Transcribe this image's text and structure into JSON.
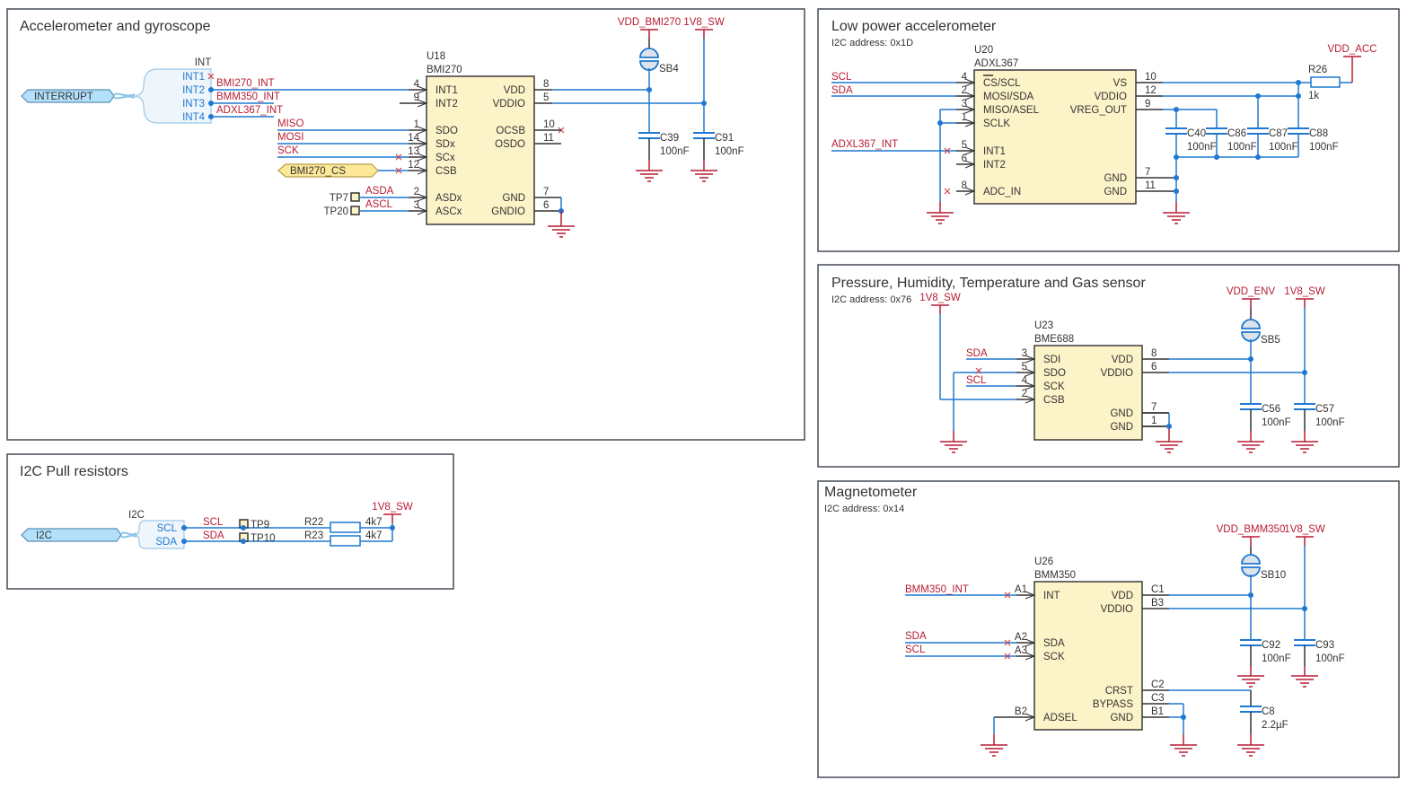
{
  "colors": {
    "wire": "#1f78d1",
    "net_label": "#b71c33",
    "power": "#b71c33",
    "chip_fill": "#fdf3c8",
    "pin": "#333333",
    "bus_fill": "#b3e0fb",
    "port_fill": "#fde89a"
  },
  "accel_gyro": {
    "title": "Accelerometer and gyroscope",
    "bus": {
      "name": "INTERRUPT",
      "sheet_label": "INT",
      "pins": [
        "INT1",
        "INT2",
        "INT3",
        "INT4"
      ]
    },
    "nets": {
      "int2": "BMI270_INT",
      "int3": "BMM350_INT",
      "int4": "ADXL367_INT",
      "miso": "MISO",
      "mosi": "MOSI",
      "sck": "SCK",
      "asda": "ASDA",
      "ascl": "ASCL"
    },
    "cs_port": "BMI270_CS",
    "testpoints": [
      "TP7",
      "TP20"
    ],
    "chip": {
      "ref": "U18",
      "part": "BMI270",
      "left": [
        {
          "name": "INT1",
          "num": "4"
        },
        {
          "name": "INT2",
          "num": "9"
        },
        {
          "name": "SDO",
          "num": "1"
        },
        {
          "name": "SDx",
          "num": "14"
        },
        {
          "name": "SCx",
          "num": "13"
        },
        {
          "name": "CSB",
          "num": "12"
        },
        {
          "name": "ASDx",
          "num": "2"
        },
        {
          "name": "ASCx",
          "num": "3"
        }
      ],
      "right": [
        {
          "name": "VDD",
          "num": "8"
        },
        {
          "name": "VDDIO",
          "num": "5"
        },
        {
          "name": "OCSB",
          "num": "10"
        },
        {
          "name": "OSDO",
          "num": "11"
        },
        {
          "name": "GND",
          "num": "7"
        },
        {
          "name": "GNDIO",
          "num": "6"
        }
      ]
    },
    "power": [
      "VDD_BMI270",
      "1V8_SW"
    ],
    "jumper": "SB4",
    "caps": [
      {
        "ref": "C39",
        "value": "100nF"
      },
      {
        "ref": "C91",
        "value": "100nF"
      }
    ]
  },
  "low_power_accel": {
    "title": "Low power accelerometer",
    "subtitle": "I2C address: 0x1D",
    "nets": {
      "scl": "SCL",
      "sda": "SDA",
      "int": "ADXL367_INT"
    },
    "chip": {
      "ref": "U20",
      "part": "ADXL367",
      "left": [
        {
          "name": "CS/SCL",
          "num": "4"
        },
        {
          "name": "MOSI/SDA",
          "num": "2"
        },
        {
          "name": "MISO/ASEL",
          "num": "3"
        },
        {
          "name": "SCLK",
          "num": "1"
        },
        {
          "name": "INT1",
          "num": "5"
        },
        {
          "name": "INT2",
          "num": "6"
        },
        {
          "name": "ADC_IN",
          "num": "8"
        }
      ],
      "right": [
        {
          "name": "VS",
          "num": "10"
        },
        {
          "name": "VDDIO",
          "num": "12"
        },
        {
          "name": "VREG_OUT",
          "num": "9"
        },
        {
          "name": "GND",
          "num": "7"
        },
        {
          "name": "GND",
          "num": "11"
        }
      ]
    },
    "power": "VDD_ACC",
    "resistor": {
      "ref": "R26",
      "value": "1k"
    },
    "caps": [
      {
        "ref": "C40",
        "value": "100nF"
      },
      {
        "ref": "C86",
        "value": "100nF"
      },
      {
        "ref": "C87",
        "value": "100nF"
      },
      {
        "ref": "C88",
        "value": "100nF"
      }
    ]
  },
  "env_sensor": {
    "title": "Pressure, Humidity, Temperature and Gas sensor",
    "subtitle": "I2C address: 0x76",
    "nets": {
      "sda": "SDA",
      "scl": "SCL"
    },
    "chip": {
      "ref": "U23",
      "part": "BME688",
      "left": [
        {
          "name": "SDI",
          "num": "3"
        },
        {
          "name": "SDO",
          "num": "5"
        },
        {
          "name": "SCK",
          "num": "4"
        },
        {
          "name": "CSB",
          "num": "2"
        }
      ],
      "right": [
        {
          "name": "VDD",
          "num": "8"
        },
        {
          "name": "VDDIO",
          "num": "6"
        },
        {
          "name": "GND",
          "num": "7"
        },
        {
          "name": "GND",
          "num": "1"
        }
      ]
    },
    "power": [
      "1V8_SW",
      "VDD_ENV",
      "1V8_SW"
    ],
    "jumper": "SB5",
    "caps": [
      {
        "ref": "C56",
        "value": "100nF"
      },
      {
        "ref": "C57",
        "value": "100nF"
      }
    ]
  },
  "i2c_pullups": {
    "title": "I2C Pull resistors",
    "bus": {
      "name": "I2C",
      "sheet_label": "I2C",
      "pins": [
        "SCL",
        "SDA"
      ]
    },
    "nets": {
      "scl": "SCL",
      "sda": "SDA"
    },
    "testpoints": [
      "TP9",
      "TP10"
    ],
    "resistors": [
      {
        "ref": "R22",
        "value": "4k7"
      },
      {
        "ref": "R23",
        "value": "4k7"
      }
    ],
    "power": "1V8_SW"
  },
  "magnetometer": {
    "title": "Magnetometer",
    "subtitle": "I2C address: 0x14",
    "nets": {
      "int": "BMM350_INT",
      "sda": "SDA",
      "scl": "SCL"
    },
    "chip": {
      "ref": "U26",
      "part": "BMM350",
      "left": [
        {
          "name": "INT",
          "num": "A1"
        },
        {
          "name": "SDA",
          "num": "A2"
        },
        {
          "name": "SCK",
          "num": "A3"
        },
        {
          "name": "ADSEL",
          "num": "B2"
        }
      ],
      "right": [
        {
          "name": "VDD",
          "num": "C1"
        },
        {
          "name": "VDDIO",
          "num": "B3"
        },
        {
          "name": "CRST",
          "num": "C2"
        },
        {
          "name": "BYPASS",
          "num": "C3"
        },
        {
          "name": "GND",
          "num": "B1"
        }
      ]
    },
    "power": [
      "VDD_BMM350",
      "1V8_SW"
    ],
    "jumper": "SB10",
    "caps": [
      {
        "ref": "C92",
        "value": "100nF"
      },
      {
        "ref": "C93",
        "value": "100nF"
      },
      {
        "ref": "C8",
        "value": "2.2µF"
      }
    ]
  }
}
